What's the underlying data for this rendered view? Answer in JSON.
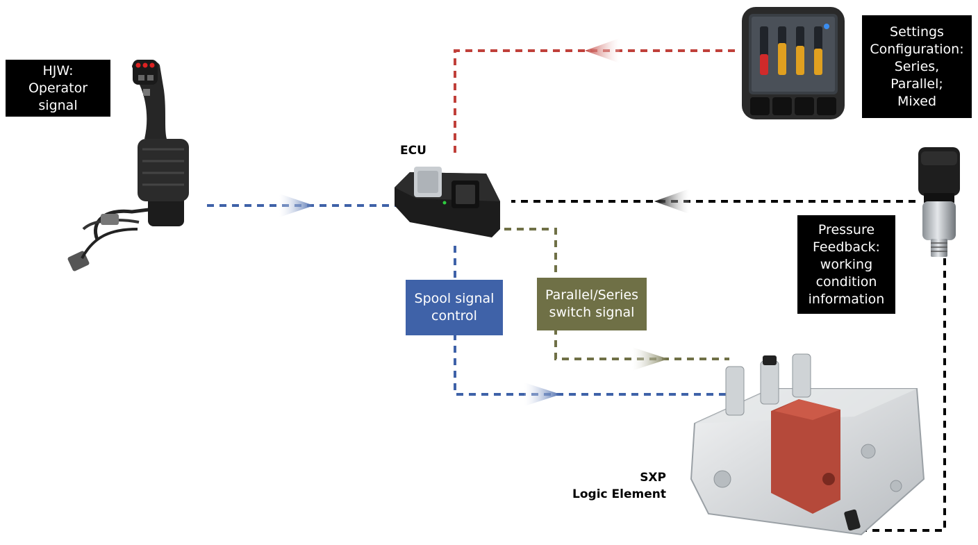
{
  "labels": {
    "hjw": "HJW:\nOperator\nsignal",
    "settings": "Settings\nConfiguration:\nSeries,\nParallel;\nMixed",
    "ecu": "ECU",
    "pressure": "Pressure\nFeedback:\nworking\ncondition\ninformation",
    "spool": "Spool signal\ncontrol",
    "switch": "Parallel/Series\nswitch signal",
    "sxp": "SXP\nLogic Element"
  },
  "colors": {
    "blue": "#3f62a8",
    "red": "#c0403a",
    "olive": "#6f7046",
    "black": "#000000"
  },
  "icons": [
    "joystick-icon",
    "display-icon",
    "ecu-icon",
    "pressure-sensor-icon",
    "valve-block-icon"
  ]
}
